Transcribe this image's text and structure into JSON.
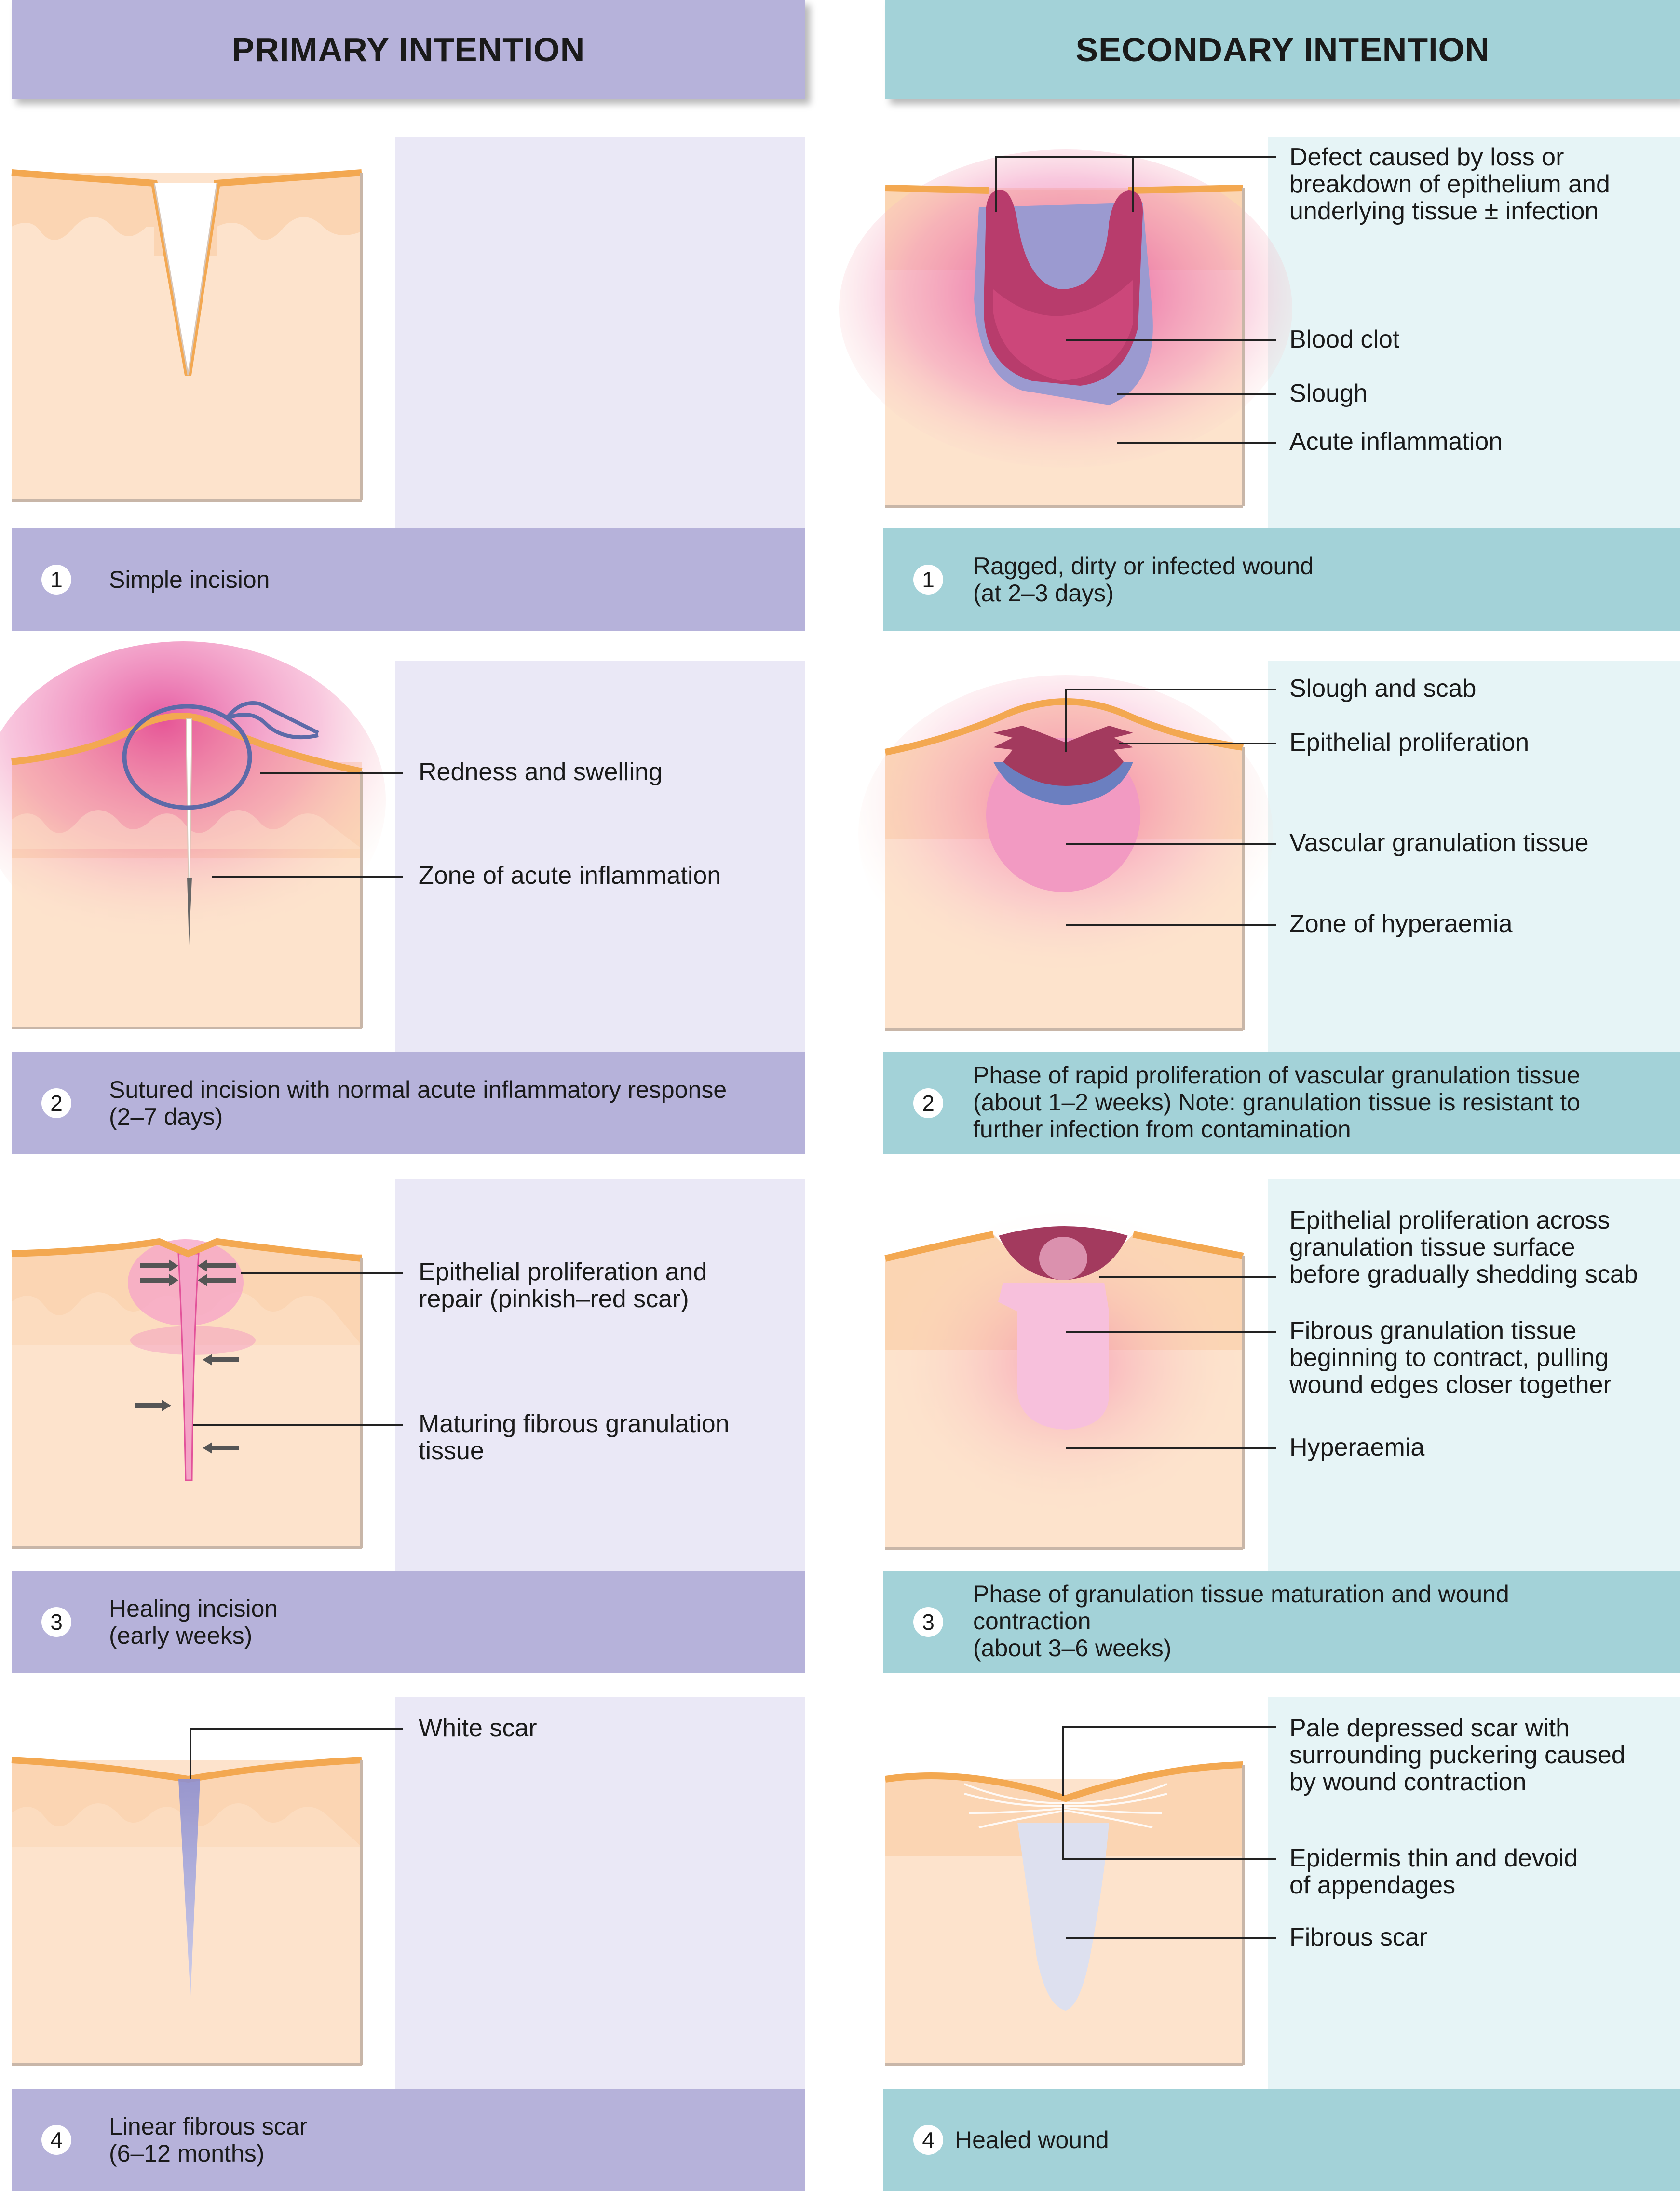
{
  "headers": {
    "primary": "PRIMARY INTENTION",
    "secondary": "SECONDARY INTENTION"
  },
  "primary": {
    "steps": [
      {
        "num": "1",
        "caption": "Simple incision",
        "labels": []
      },
      {
        "num": "2",
        "caption": "Sutured incision with normal acute inflammatory response\n(2–7 days)",
        "labels": [
          "Redness and swelling",
          "Zone of acute inflammation"
        ]
      },
      {
        "num": "3",
        "caption": "Healing incision\n(early weeks)",
        "labels": [
          "Epithelial proliferation and\nrepair (pinkish–red scar)",
          "Maturing fibrous granulation\ntissue"
        ]
      },
      {
        "num": "4",
        "caption": "Linear fibrous scar\n(6–12 months)",
        "labels": [
          "White scar"
        ]
      }
    ]
  },
  "secondary": {
    "steps": [
      {
        "num": "1",
        "caption": "Ragged, dirty or infected wound\n(at 2–3 days)",
        "labels": [
          "Defect caused by loss or\nbreakdown of epithelium and\nunderlying tissue ± infection",
          "Blood clot",
          "Slough",
          "Acute inflammation"
        ]
      },
      {
        "num": "2",
        "caption": "Phase of rapid proliferation of vascular granulation tissue\n(about 1–2 weeks) Note: granulation tissue is resistant to\nfurther infection from contamination",
        "labels": [
          "Slough and scab",
          "Epithelial proliferation",
          "Vascular granulation tissue",
          "Zone of hyperaemia"
        ]
      },
      {
        "num": "3",
        "caption": "Phase of granulation tissue maturation and wound\ncontraction\n(about 3–6 weeks)",
        "labels": [
          "Epithelial proliferation across\ngranulation tissue surface\nbefore gradually shedding scab",
          "Fibrous granulation tissue\nbeginning to contract, pulling\nwound edges closer together",
          "Hyperaemia"
        ]
      },
      {
        "num": "4",
        "caption": "Healed wound",
        "labels": [
          "Pale depressed scar with\nsurrounding puckering caused\nby wound contraction",
          "Epidermis thin and devoid\nof appendages",
          "Fibrous scar"
        ]
      }
    ]
  },
  "colors": {
    "primary_band": "#b6b2da",
    "secondary_band": "#a3d2d8",
    "skin": "#fde3cc",
    "epidermis": "#f7b979",
    "inflammation": "#e8559a",
    "clot": "#a33a5e",
    "slough": "#9b9ad0"
  }
}
